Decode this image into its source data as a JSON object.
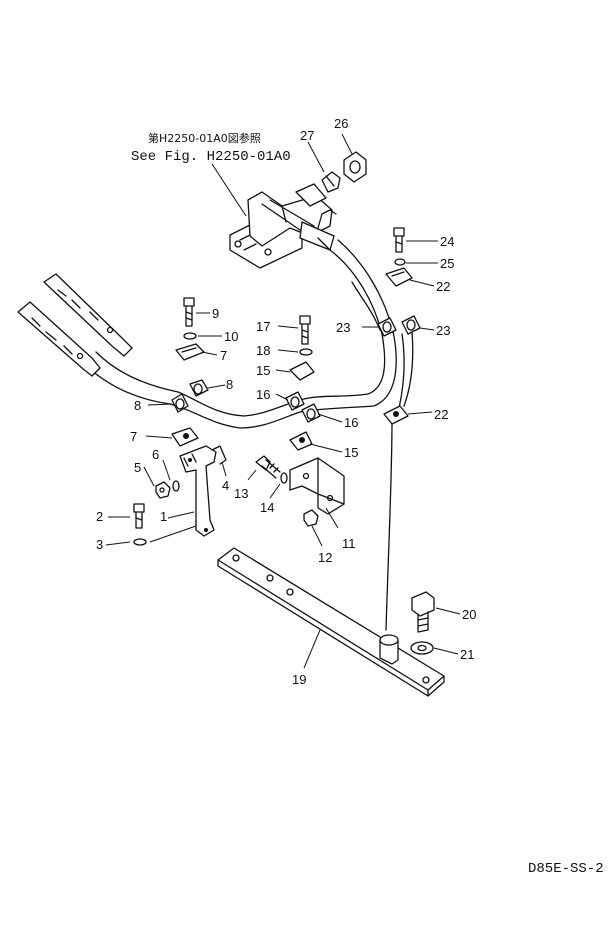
{
  "reference_note": {
    "japanese": "第H2250-01A0図参照",
    "english": "See Fig. H2250-01A0"
  },
  "drawing_code": "D85E-SS-2",
  "callouts": [
    {
      "id": "c1",
      "label": "1"
    },
    {
      "id": "c2",
      "label": "2"
    },
    {
      "id": "c3",
      "label": "3"
    },
    {
      "id": "c4",
      "label": "4"
    },
    {
      "id": "c5",
      "label": "5"
    },
    {
      "id": "c6",
      "label": "6"
    },
    {
      "id": "c7a",
      "label": "7"
    },
    {
      "id": "c7b",
      "label": "7"
    },
    {
      "id": "c8a",
      "label": "8"
    },
    {
      "id": "c8b",
      "label": "8"
    },
    {
      "id": "c9",
      "label": "9"
    },
    {
      "id": "c10",
      "label": "10"
    },
    {
      "id": "c11",
      "label": "11"
    },
    {
      "id": "c12",
      "label": "12"
    },
    {
      "id": "c13",
      "label": "13"
    },
    {
      "id": "c14",
      "label": "14"
    },
    {
      "id": "c15a",
      "label": "15"
    },
    {
      "id": "c15b",
      "label": "15"
    },
    {
      "id": "c16a",
      "label": "16"
    },
    {
      "id": "c16b",
      "label": "16"
    },
    {
      "id": "c17",
      "label": "17"
    },
    {
      "id": "c18",
      "label": "18"
    },
    {
      "id": "c19",
      "label": "19"
    },
    {
      "id": "c20",
      "label": "20"
    },
    {
      "id": "c21",
      "label": "21"
    },
    {
      "id": "c22a",
      "label": "22"
    },
    {
      "id": "c22b",
      "label": "22"
    },
    {
      "id": "c23a",
      "label": "23"
    },
    {
      "id": "c23b",
      "label": "23"
    },
    {
      "id": "c24",
      "label": "24"
    },
    {
      "id": "c25",
      "label": "25"
    },
    {
      "id": "c26",
      "label": "26"
    },
    {
      "id": "c27",
      "label": "27"
    }
  ]
}
